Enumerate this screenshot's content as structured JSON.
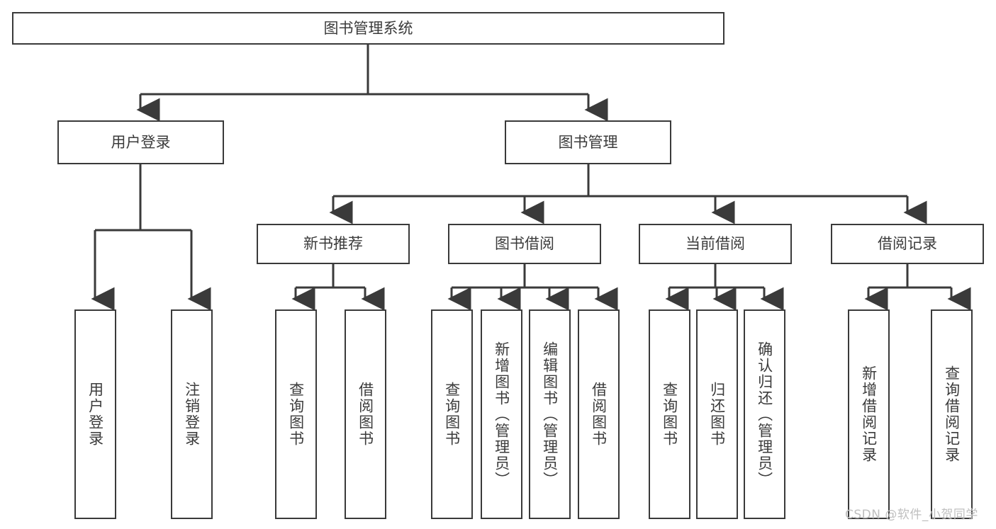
{
  "diagram": {
    "title": "图书管理系统",
    "type": "tree",
    "watermark": "CSDN @软件_小贺同学",
    "colors": {
      "stroke": "#3a3a3a",
      "text": "#3b3b3b",
      "background": "#ffffff",
      "watermark": "#bfbfbf"
    },
    "nodes": {
      "root": {
        "label": "图书管理系统"
      },
      "l2": [
        {
          "label": "用户登录"
        },
        {
          "label": "图书管理"
        }
      ],
      "l3": [
        {
          "label": "新书推荐"
        },
        {
          "label": "图书借阅"
        },
        {
          "label": "当前借阅"
        },
        {
          "label": "借阅记录"
        }
      ],
      "leaves_user_login": [
        {
          "label": "用户登录"
        },
        {
          "label": "注销登录"
        }
      ],
      "leaves_new_book": [
        {
          "label": "查询图书"
        },
        {
          "label": "借阅图书"
        }
      ],
      "leaves_borrow": [
        {
          "label": "查询图书"
        },
        {
          "label": "新增图书（管理员）"
        },
        {
          "label": "编辑图书（管理员）"
        },
        {
          "label": "借阅图书"
        }
      ],
      "leaves_current": [
        {
          "label": "查询图书"
        },
        {
          "label": "归还图书"
        },
        {
          "label": "确认归还（管理员）"
        }
      ],
      "leaves_record": [
        {
          "label": "新增借阅记录"
        },
        {
          "label": "查询借阅记录"
        }
      ]
    }
  }
}
